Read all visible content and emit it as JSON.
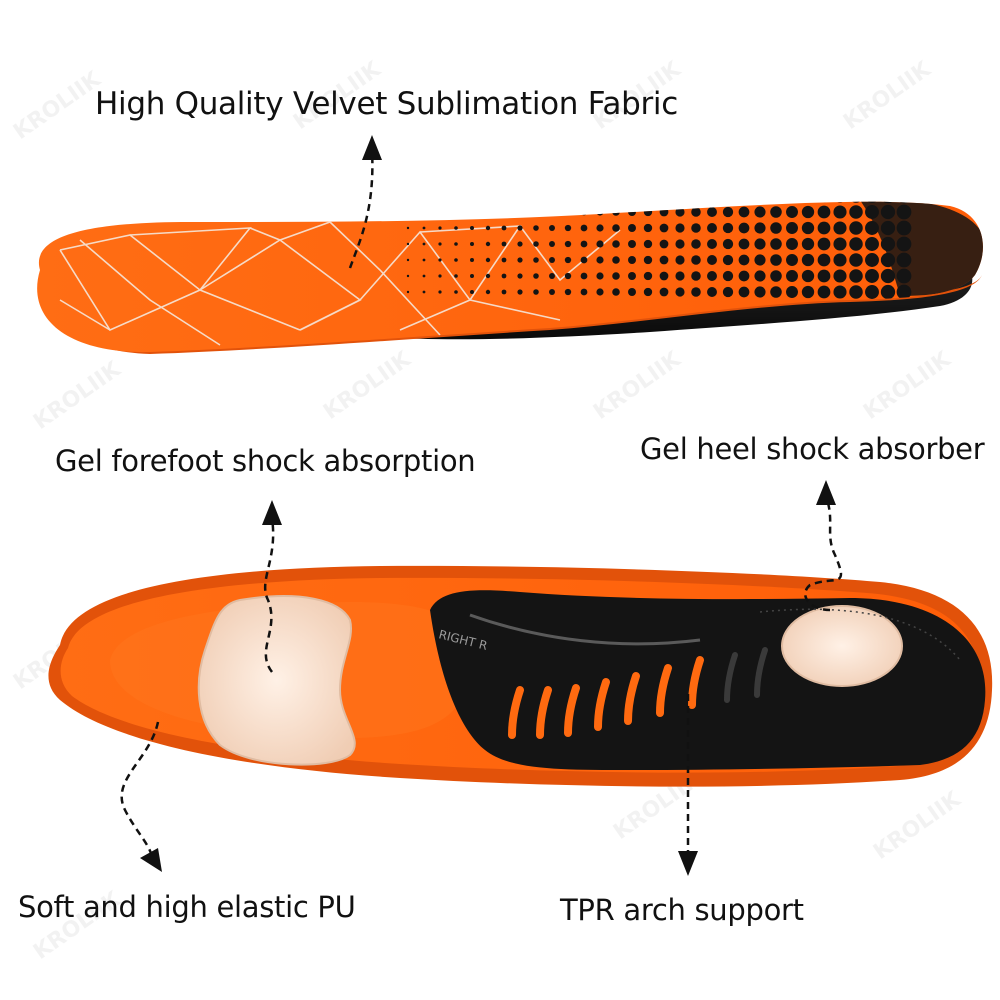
{
  "labels": {
    "fabric": "High Quality Velvet Sublimation Fabric",
    "forefoot": "Gel forefoot shock absorption",
    "heel": "Gel heel shock absorber",
    "pu": "Soft and high elastic PU",
    "tpr": "TPR arch support"
  },
  "insole_print": "RIGHT R",
  "watermark": "KROLIIK",
  "colors": {
    "orange": "#ff6a10",
    "orange_dark": "#e2520a",
    "black": "#151515",
    "gel": "#f6dcc8"
  }
}
